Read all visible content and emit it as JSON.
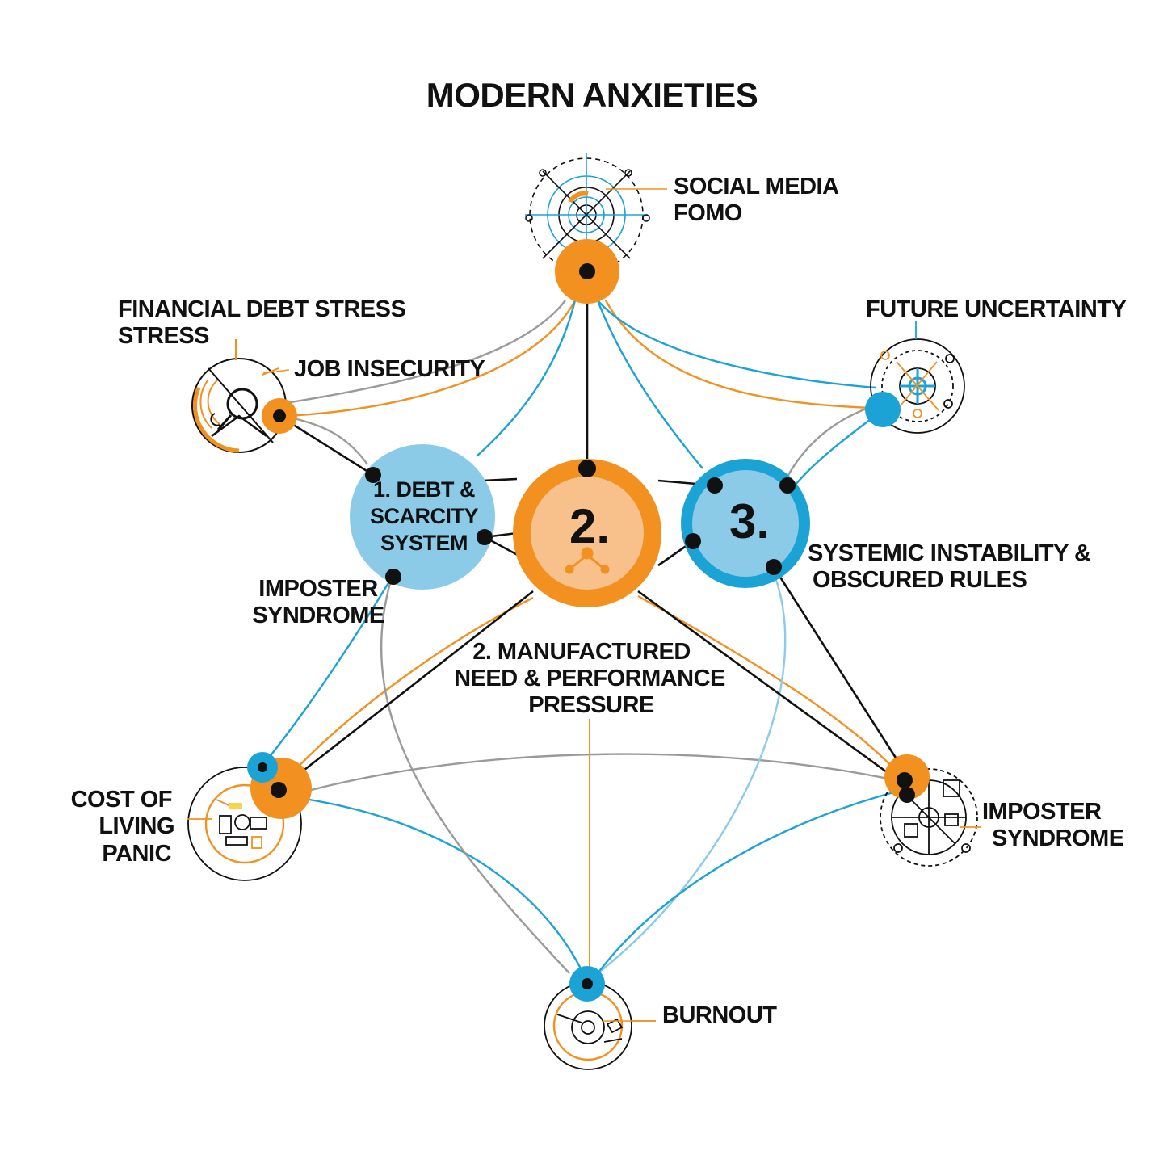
{
  "title": "MODERN ANXIETIES",
  "colors": {
    "orange": "#F29120",
    "blue": "#1BA3D6",
    "light_blue": "#8CCBE8",
    "light_orange": "#F8C08A",
    "grey": "#9A9A9A",
    "black": "#111111"
  },
  "hubs": {
    "debt": {
      "lines": [
        "1. DEBT &",
        "SCARCITY",
        "SYSTEM"
      ]
    },
    "manufactured": {
      "number": "2.",
      "lines": [
        "2. MANUFACTURED",
        "NEED & PERFORMANCE",
        "PRESSURE"
      ]
    },
    "systemic": {
      "number": "3.",
      "lines": [
        "SYSTEMIC INSTABILITY &",
        "OBSCURED RULES"
      ]
    }
  },
  "nodes": {
    "social_media": {
      "lines": [
        "SOCIAL MEDIA",
        "FOMO"
      ],
      "icon": "target-radar-icon"
    },
    "financial": {
      "lines": [
        "FINANCIAL DEBT STRESS",
        "STRESS"
      ],
      "icon": "magnifier-person-icon"
    },
    "job": {
      "lines": [
        "JOB INSECURITY"
      ]
    },
    "future": {
      "lines": [
        "FUTURE UNCERTAINTY"
      ],
      "icon": "compass-network-icon"
    },
    "imposter_left": {
      "lines": [
        "IMPOSTER",
        "SYNDROME"
      ]
    },
    "cost_of_living": {
      "lines": [
        "COST OF",
        "LIVING",
        "PANIC"
      ],
      "icon": "household-items-icon"
    },
    "imposter_right": {
      "lines": [
        "IMPOSTER",
        "SYNDROME"
      ],
      "icon": "mirror-faces-icon"
    },
    "burnout": {
      "lines": [
        "BURNOUT"
      ],
      "icon": "desk-lamp-icon"
    }
  }
}
